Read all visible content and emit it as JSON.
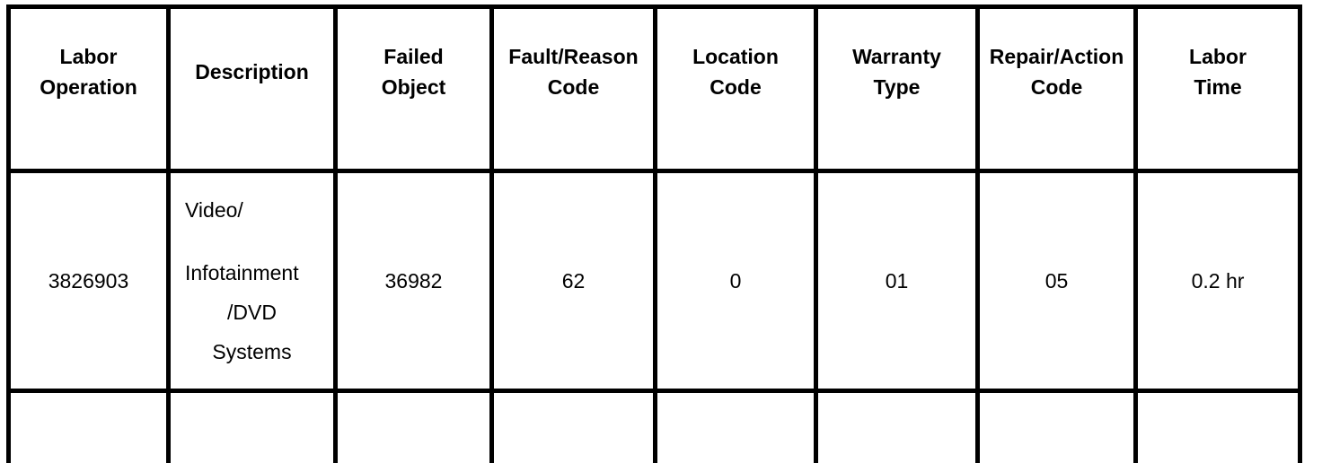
{
  "table": {
    "headers": [
      "Labor\nOperation",
      "Description",
      "Failed\nObject",
      "Fault/Reason\nCode",
      "Location\nCode",
      "Warranty\nType",
      "Repair/Action\nCode",
      "Labor\nTime"
    ],
    "row": {
      "labor_operation": "3826903",
      "description_lines": [
        "Video/",
        "Infotainment",
        "/DVD",
        "Systems"
      ],
      "failed_object": "36982",
      "fault_reason_code": "62",
      "location_code": "0",
      "warranty_type": "01",
      "repair_action_code": "05",
      "labor_time": "0.2 hr"
    },
    "colors": {
      "border": "#000000",
      "background": "#ffffff",
      "text": "#000000"
    }
  }
}
